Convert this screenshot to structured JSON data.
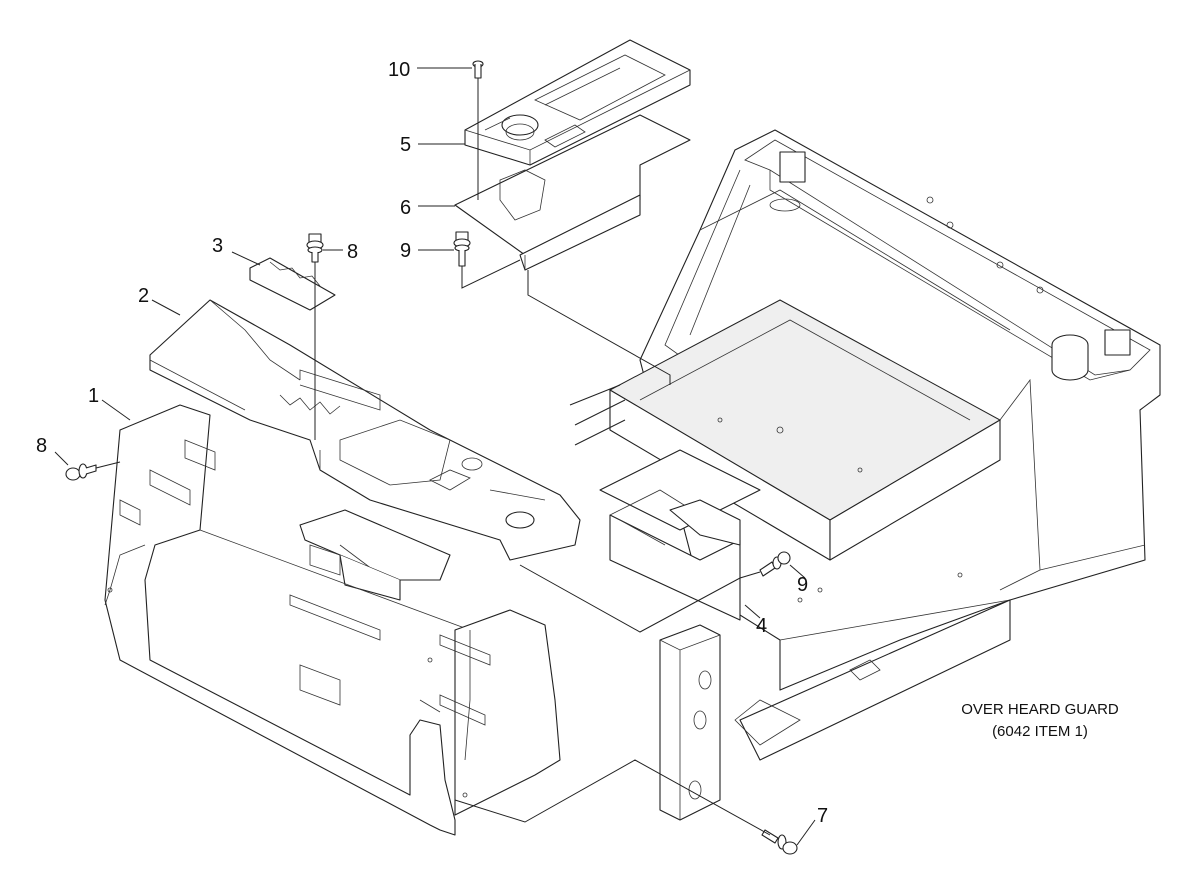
{
  "callouts": {
    "c1": "1",
    "c2": "2",
    "c3": "3",
    "c4": "4",
    "c5": "5",
    "c6": "6",
    "c7": "7",
    "c8a": "8",
    "c8b": "8",
    "c9a": "9",
    "c9b": "9",
    "c10": "10"
  },
  "caption": {
    "line1": "OVER HEARD GUARD",
    "line2": "(6042 ITEM 1)"
  }
}
